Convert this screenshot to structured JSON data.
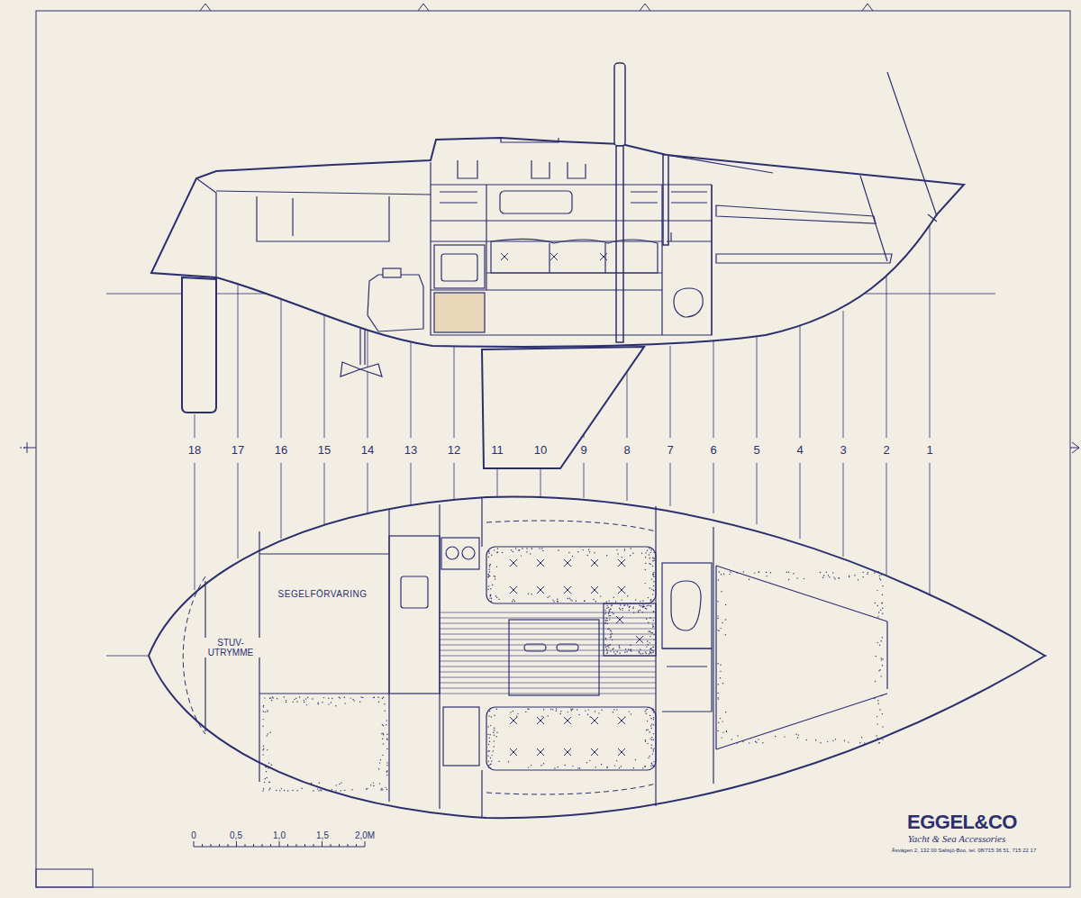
{
  "diagram": {
    "labels": [
      "18",
      "17",
      "16",
      "15",
      "14",
      "13",
      "12",
      "11",
      "10",
      "9",
      "8",
      "7",
      "6",
      "5",
      "4",
      "3",
      "2",
      "1",
      "SEGELFÖRVARING",
      "STUV- UTRYMME",
      "0",
      "0,5",
      "1,0",
      "1,5",
      "2,0M",
      "EGGEL&CO",
      "Yacht & Sea Accessories",
      "Åsvägen 2, 132 00 Saltsjö-Boo, tel. 08/715 36 51, 715 22 17"
    ]
  }
}
